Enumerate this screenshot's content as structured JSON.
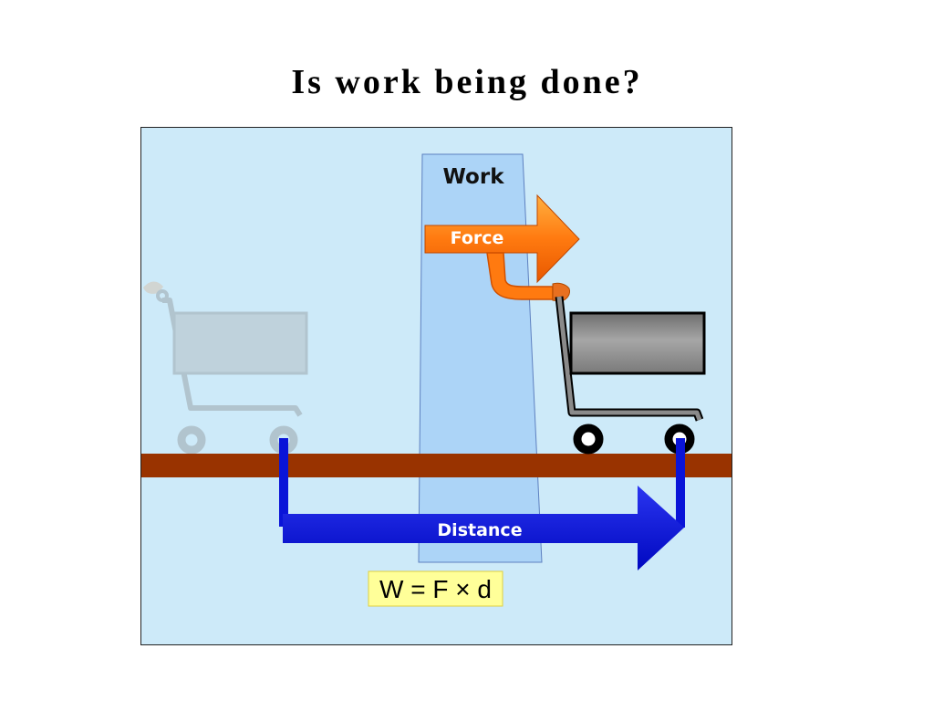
{
  "slide": {
    "title": "Is work being done?"
  },
  "diagram": {
    "work_label": "Work",
    "force_label": "Force",
    "distance_label": "Distance",
    "formula": "W = F × d"
  },
  "colors": {
    "background": "#cdeaf9",
    "work_column": "#acd4f7",
    "ground": "#993300",
    "force_arrow": "#ff6a00",
    "distance_arrow": "#0a14d8",
    "formula_box": "#ffff99",
    "cart": "#808080"
  }
}
